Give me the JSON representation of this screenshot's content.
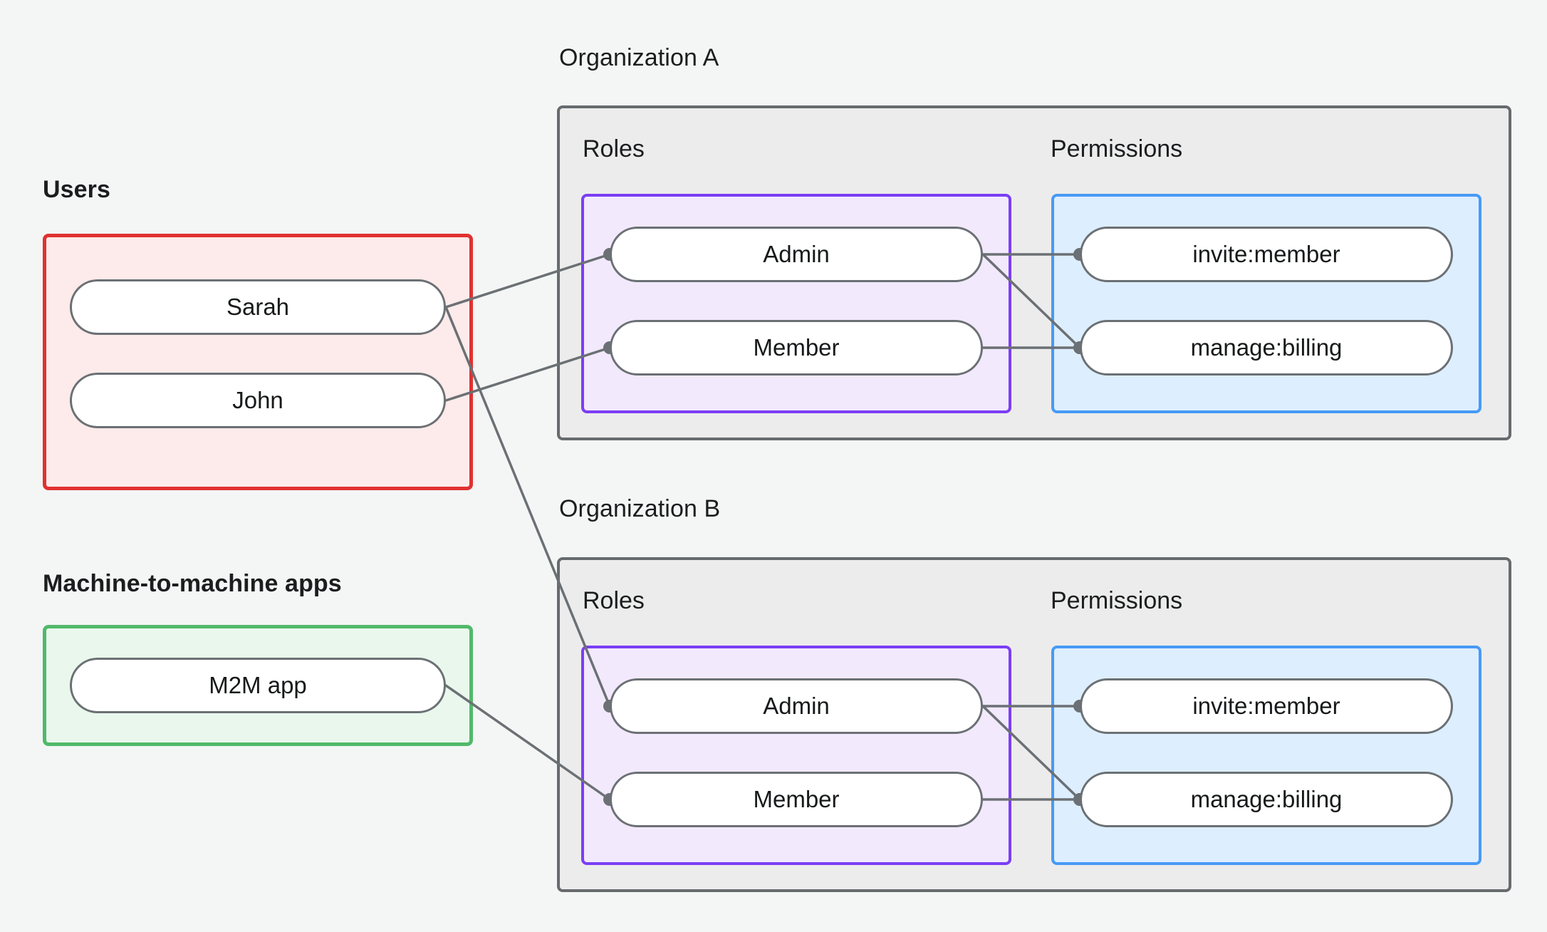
{
  "diagram": {
    "title_users": "Users",
    "title_m2m": "Machine-to-machine apps",
    "title_org_a": "Organization A",
    "title_org_b": "Organization B",
    "label_roles": "Roles",
    "label_permissions": "Permissions"
  },
  "colors": {
    "background": "#f4f6f5",
    "users_border": "#e03131",
    "users_fill": "#fdeaea",
    "m2m_border": "#51b96a",
    "m2m_fill": "#e9f7ec",
    "org_border": "#666b6e",
    "org_fill": "#ececec",
    "roles_border": "#7b3ef5",
    "roles_fill": "#f2e9fd",
    "perms_border": "#479af5",
    "perms_fill": "#ddeeff",
    "node_border": "#6b7074",
    "node_fill": "#ffffff",
    "edge": "#6b7074",
    "text": "#17191a"
  },
  "users": {
    "label": "Users",
    "items": [
      {
        "id": "sarah",
        "label": "Sarah"
      },
      {
        "id": "john",
        "label": "John"
      }
    ]
  },
  "m2m": {
    "label": "Machine-to-machine apps",
    "items": [
      {
        "id": "m2m-app",
        "label": "M2M app"
      }
    ]
  },
  "organizations": [
    {
      "id": "org-a",
      "title": "Organization A",
      "roles_label": "Roles",
      "permissions_label": "Permissions",
      "roles": [
        {
          "id": "org-a-admin",
          "label": "Admin"
        },
        {
          "id": "org-a-member",
          "label": "Member"
        }
      ],
      "permissions": [
        {
          "id": "org-a-invite",
          "label": "invite:member"
        },
        {
          "id": "org-a-billing",
          "label": "manage:billing"
        }
      ]
    },
    {
      "id": "org-b",
      "title": "Organization B",
      "roles_label": "Roles",
      "permissions_label": "Permissions",
      "roles": [
        {
          "id": "org-b-admin",
          "label": "Admin"
        },
        {
          "id": "org-b-member",
          "label": "Member"
        }
      ],
      "permissions": [
        {
          "id": "org-b-invite",
          "label": "invite:member"
        },
        {
          "id": "org-b-billing",
          "label": "manage:billing"
        }
      ]
    }
  ],
  "connections": [
    {
      "from": "sarah",
      "to": "org-a-admin"
    },
    {
      "from": "sarah",
      "to": "org-b-admin"
    },
    {
      "from": "john",
      "to": "org-a-member"
    },
    {
      "from": "m2m-app",
      "to": "org-b-member"
    },
    {
      "from": "org-a-admin",
      "to": "org-a-invite"
    },
    {
      "from": "org-a-admin",
      "to": "org-a-billing"
    },
    {
      "from": "org-a-member",
      "to": "org-a-billing"
    },
    {
      "from": "org-b-admin",
      "to": "org-b-invite"
    },
    {
      "from": "org-b-admin",
      "to": "org-b-billing"
    },
    {
      "from": "org-b-member",
      "to": "org-b-billing"
    }
  ]
}
